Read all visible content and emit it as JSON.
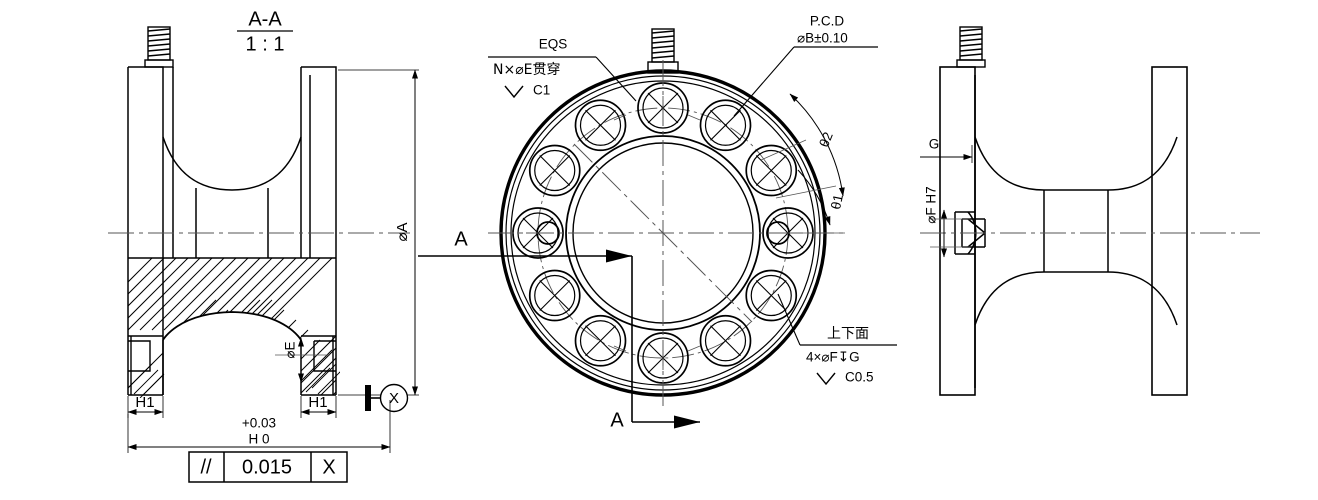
{
  "drawing": {
    "type": "mechanical-engineering-drawing",
    "subject": "grooved pulley / sheave flange with bolt circle",
    "background_color": "#ffffff",
    "line_color": "#000000",
    "views": [
      {
        "id": "section",
        "name": "section-view-a-a"
      },
      {
        "id": "front",
        "name": "front-circular-view"
      },
      {
        "id": "side",
        "name": "right-side-view"
      }
    ]
  },
  "section_view": {
    "title": "A-A",
    "scale": "1 : 1",
    "dim_diameter_a": "⌀A",
    "dim_diameter_e": "⌀E",
    "dim_h1_left": "H1",
    "dim_h1_right": "H1",
    "dim_h_tolerance_upper": "+0.03",
    "dim_h_value": "H 0",
    "datum_symbol": "X",
    "gdt": {
      "symbol": "//",
      "tolerance": "0.015",
      "datum": "X"
    }
  },
  "front_view": {
    "note_eqs": "EQS",
    "note_holes": "N×⌀E贯穿",
    "note_chamfer_c1": "C1",
    "note_pcd_label": "P.C.D",
    "note_pcd_value": "⌀B±0.10",
    "note_faces": "上下面",
    "note_small_holes": "4×⌀F↧G",
    "note_chamfer_c05": "C0.5",
    "angle_theta2": "θ2",
    "angle_theta1": "θ1",
    "section_arrow_top": "A",
    "section_arrow_bottom": "A",
    "bolt_hole_count": 12,
    "small_hole_count": 2
  },
  "side_view": {
    "dim_g": "G",
    "dim_bore": "⌀F H7"
  },
  "chamfer_glyph": "∨",
  "depth_glyph": "↧"
}
